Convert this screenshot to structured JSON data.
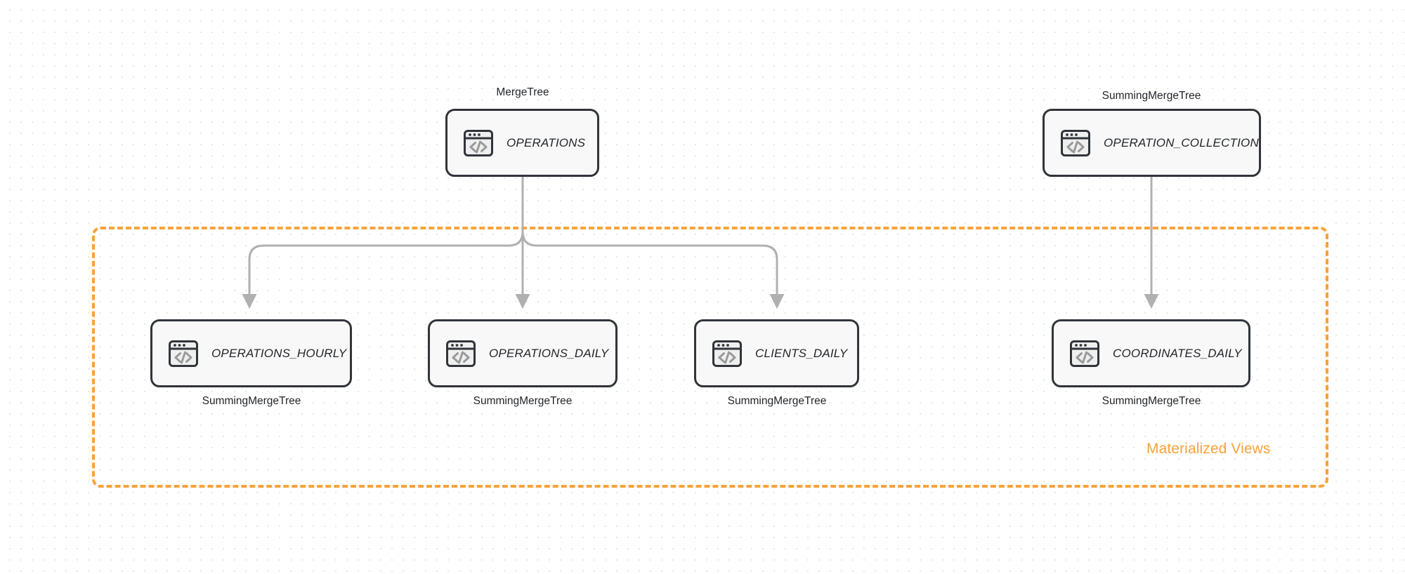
{
  "diagram": {
    "title_hidden": "",
    "colors": {
      "accent_orange": "#f9a23a",
      "node_border": "#31343a",
      "node_fill": "#f8f8f8",
      "edge_gray": "#b0b0b0",
      "text": "#23262b",
      "grid_dot": "#e8e6e6"
    },
    "group": {
      "label": "Materialized Views"
    },
    "source_nodes": [
      {
        "id": "operations",
        "name": "OPERATIONS",
        "engine": "MergeTree",
        "icon": "code-window-icon"
      },
      {
        "id": "operation_collection",
        "name": "OPERATION_COLLECTION",
        "engine": "SummingMergeTree",
        "icon": "code-window-icon"
      }
    ],
    "view_nodes": [
      {
        "id": "operations_hourly",
        "name": "OPERATIONS_HOURLY",
        "engine": "SummingMergeTree",
        "icon": "code-window-icon"
      },
      {
        "id": "operations_daily",
        "name": "OPERATIONS_DAILY",
        "engine": "SummingMergeTree",
        "icon": "code-window-icon"
      },
      {
        "id": "clients_daily",
        "name": "CLIENTS_DAILY",
        "engine": "SummingMergeTree",
        "icon": "code-window-icon"
      },
      {
        "id": "coordinates_daily",
        "name": "COORDINATES_DAILY",
        "engine": "SummingMergeTree",
        "icon": "code-window-icon"
      }
    ],
    "edges": [
      {
        "from": "operations",
        "to": "operations_hourly"
      },
      {
        "from": "operations",
        "to": "operations_daily"
      },
      {
        "from": "operations",
        "to": "clients_daily"
      },
      {
        "from": "operation_collection",
        "to": "coordinates_daily"
      }
    ]
  }
}
